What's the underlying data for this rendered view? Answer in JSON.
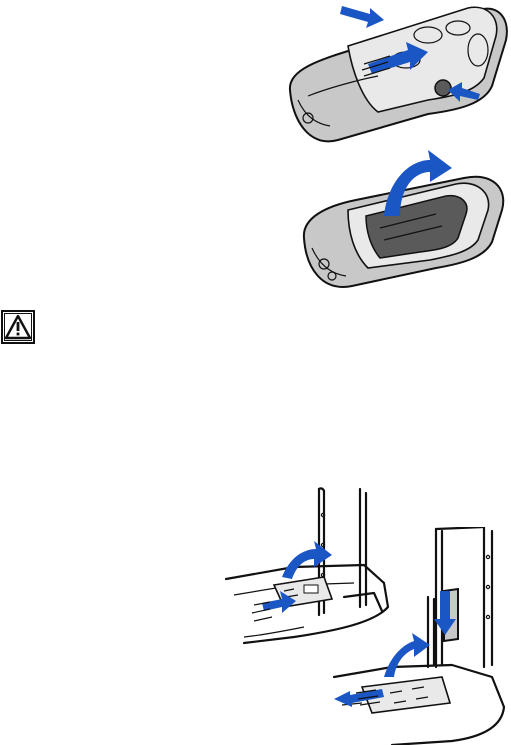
{
  "figures": [
    {
      "name": "remove-back-cover"
    },
    {
      "name": "lift-battery"
    },
    {
      "name": "open-sim-holder"
    },
    {
      "name": "insert-sim-card"
    }
  ],
  "icons": [
    "warning-icon",
    "arrow-icon"
  ],
  "colors": {
    "arrow": "#1a56c4",
    "outline": "#111111",
    "body": "#c8c8c8"
  }
}
